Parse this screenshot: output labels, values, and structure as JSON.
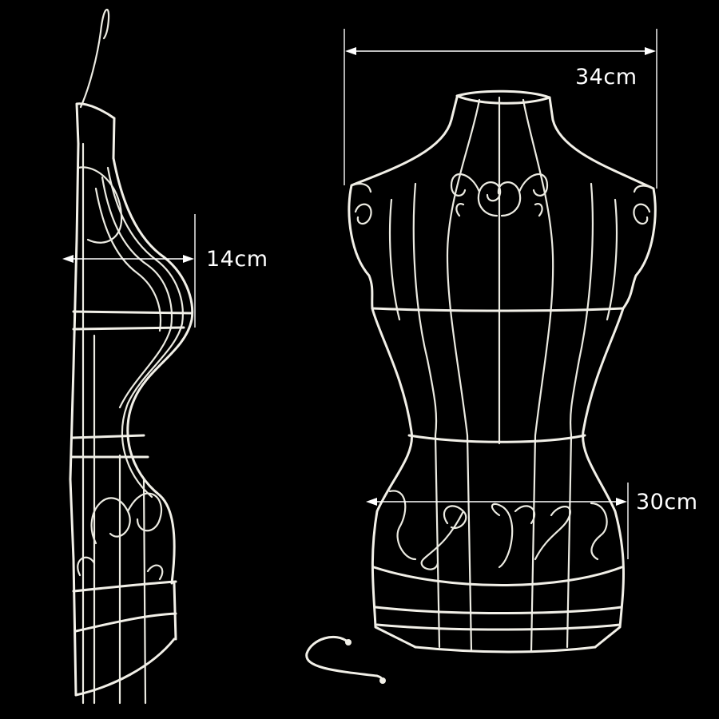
{
  "dimensions": {
    "shoulder_width": {
      "label": "34cm"
    },
    "side_depth": {
      "label": "14cm"
    },
    "hip_width": {
      "label": "30cm"
    }
  },
  "colors": {
    "background": "#000000",
    "wire": "#f2f0e8",
    "annotation": "#ffffff"
  },
  "objects": [
    {
      "name": "mannequin-side-view"
    },
    {
      "name": "mannequin-front-view"
    },
    {
      "name": "detached-hanging-hook"
    }
  ]
}
